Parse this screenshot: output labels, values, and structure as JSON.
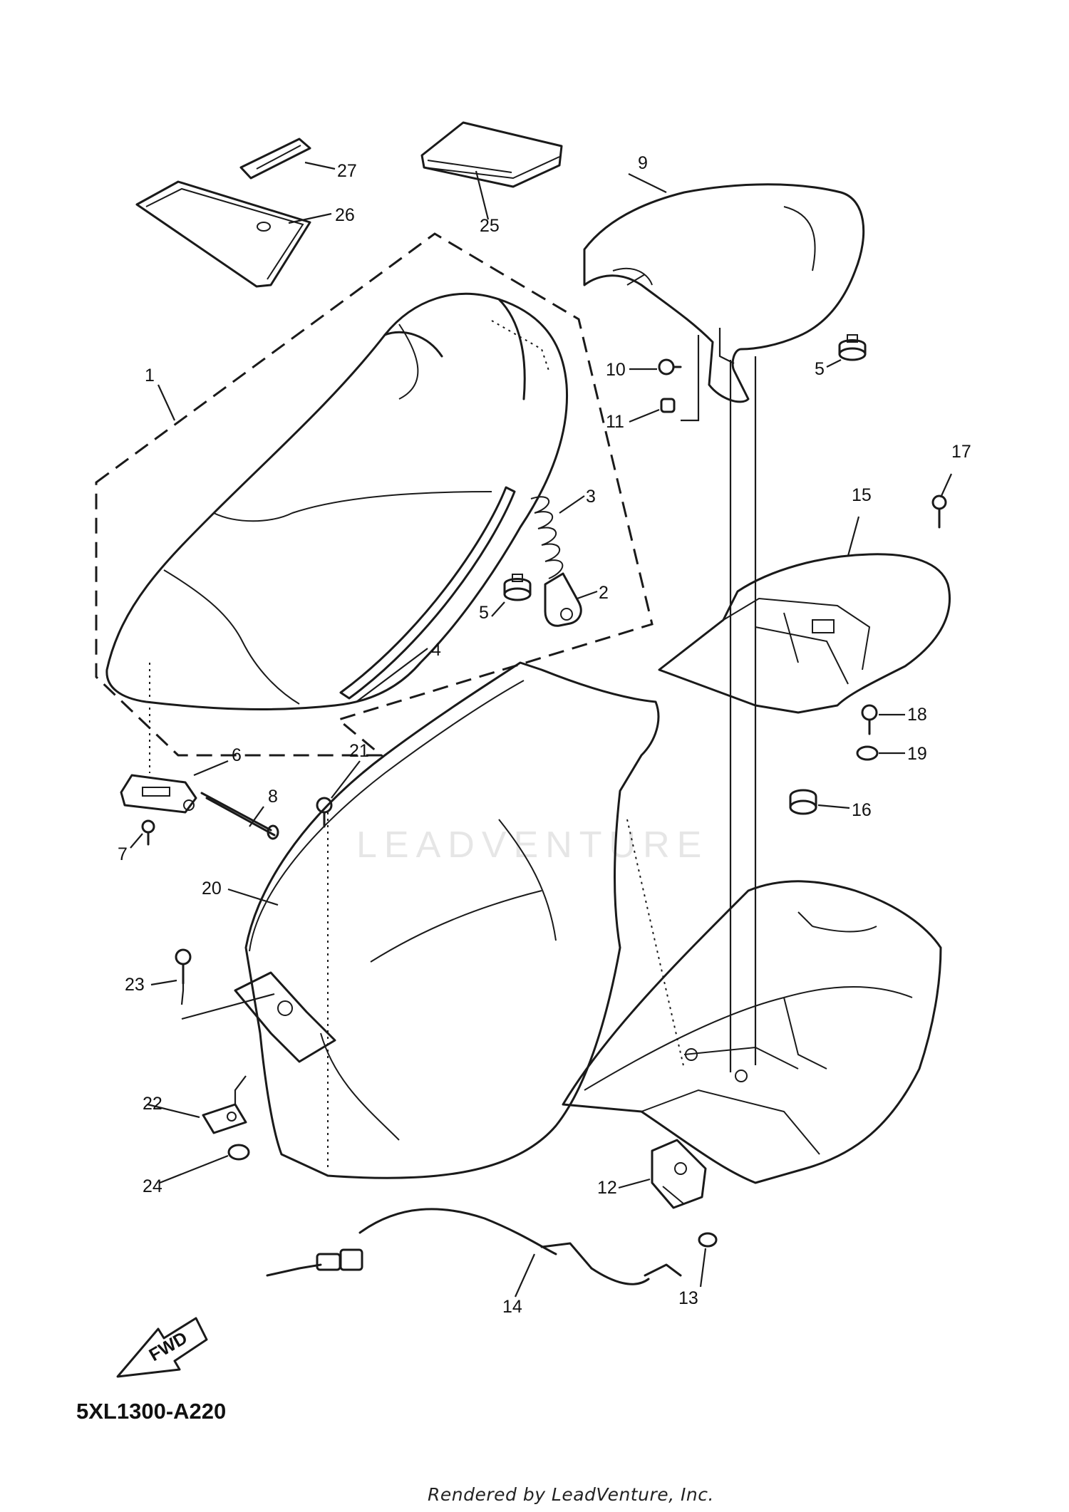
{
  "diagram_code": "5XL1300-A220",
  "footer_text": "Rendered by LeadVenture, Inc.",
  "watermark_text": "LEADVENTURE",
  "fwd_label": "FWD",
  "callouts": {
    "c1": "1",
    "c2": "2",
    "c3": "3",
    "c4": "4",
    "c5a": "5",
    "c5b": "5",
    "c6": "6",
    "c7": "7",
    "c8": "8",
    "c9": "9",
    "c10": "10",
    "c11": "11",
    "c12": "12",
    "c13": "13",
    "c14": "14",
    "c15": "15",
    "c16": "16",
    "c17": "17",
    "c18": "18",
    "c19": "19",
    "c20": "20",
    "c21": "21",
    "c22": "22",
    "c23": "23",
    "c24": "24",
    "c25": "25",
    "c26": "26",
    "c27": "27"
  }
}
